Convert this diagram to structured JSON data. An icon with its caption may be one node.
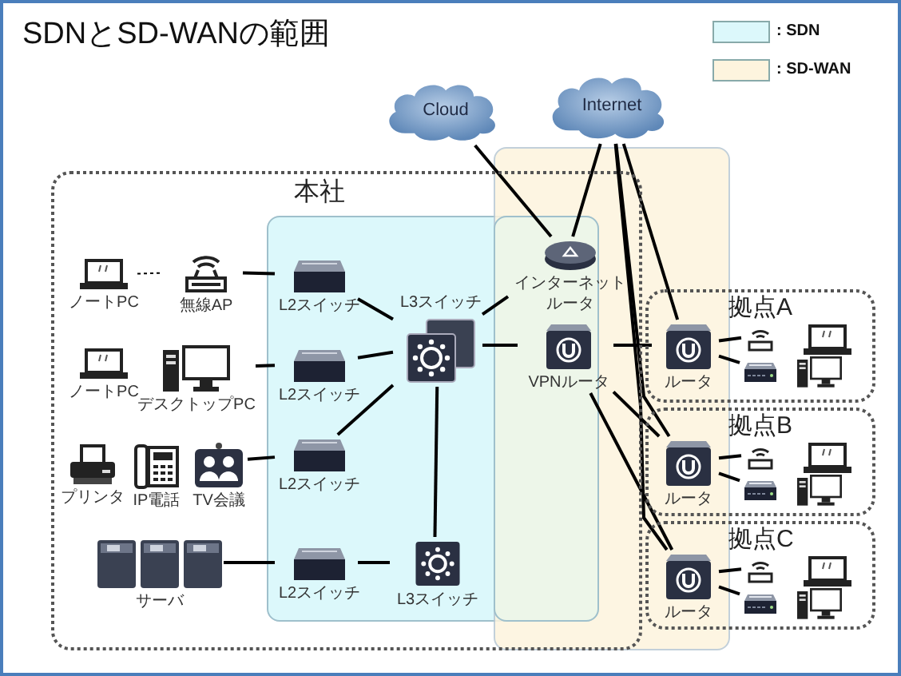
{
  "diagram": {
    "title": "SDNとSD-WANの範囲",
    "nodes": [
      {
        "text": [
          "本社"
        ]
      },
      {
        "text": [
          "ノートPC"
        ],
        "in": 0
      },
      {
        "text": [
          "無線AP"
        ],
        "in": 0
      },
      {
        "text": [
          "ノートPC"
        ],
        "in": 0
      },
      {
        "text": [
          "デスクトップPC"
        ],
        "in": 0
      },
      {
        "text": [
          "プリンタ"
        ],
        "in": 0
      },
      {
        "text": [
          "IP電話"
        ],
        "in": 0
      },
      {
        "text": [
          "TV会議"
        ],
        "in": 0
      },
      {
        "text": [
          "サーバ"
        ],
        "in": 0
      },
      {
        "text": [
          "L2スイッチ"
        ],
        "in": 0
      },
      {
        "text": [
          "L2スイッチ"
        ],
        "in": 0
      },
      {
        "text": [
          "L2スイッチ"
        ],
        "in": 0
      },
      {
        "text": [
          "L2スイッチ"
        ],
        "in": 0
      },
      {
        "text": [
          "L3スイッチ"
        ],
        "in": 0
      },
      {
        "text": [
          "L3スイッチ"
        ],
        "in": 0
      },
      {
        "text": [
          "インターネットルータ"
        ],
        "in": 0
      },
      {
        "text": [
          "VPNルータ"
        ],
        "in": 0
      },
      {
        "text": [
          "Cloud"
        ]
      },
      {
        "text": [
          "Internet"
        ]
      },
      {
        "text": [
          "拠点A"
        ]
      },
      {
        "text": [
          "ルータ"
        ],
        "in": 19
      },
      {
        "text": [],
        "shape": "picture",
        "in": 19
      },
      {
        "text": [],
        "shape": "picture",
        "in": 19
      },
      {
        "text": [
          "拠点B"
        ]
      },
      {
        "text": [
          "ルータ"
        ],
        "in": 23
      },
      {
        "text": [],
        "shape": "picture",
        "in": 23
      },
      {
        "text": [],
        "shape": "picture",
        "in": 23
      },
      {
        "text": [
          "拠点C"
        ]
      },
      {
        "text": [
          "ルータ"
        ],
        "in": 27
      },
      {
        "text": [],
        "shape": "picture",
        "in": 27
      },
      {
        "text": [],
        "shape": "picture",
        "in": 27
      }
    ],
    "edges": [
      {
        "from": 1,
        "to": 2,
        "arrow": "none",
        "style": "dashed"
      },
      {
        "from": 2,
        "to": 9,
        "arrow": "none"
      },
      {
        "from": 4,
        "to": 10,
        "arrow": "none"
      },
      {
        "from": 7,
        "to": 11,
        "arrow": "none"
      },
      {
        "from": 8,
        "to": 12,
        "arrow": "none"
      },
      {
        "from": 9,
        "to": 13,
        "arrow": "none"
      },
      {
        "from": 10,
        "to": 13,
        "arrow": "none"
      },
      {
        "from": 11,
        "to": 13,
        "arrow": "none"
      },
      {
        "from": 12,
        "to": 14,
        "arrow": "none"
      },
      {
        "from": 13,
        "to": 14,
        "arrow": "none"
      },
      {
        "from": 13,
        "to": 15,
        "arrow": "none"
      },
      {
        "from": 13,
        "to": 16,
        "arrow": "none"
      },
      {
        "from": 17,
        "to": 15,
        "arrow": "none"
      },
      {
        "from": 18,
        "to": 15,
        "arrow": "none"
      },
      {
        "from": 16,
        "to": 20,
        "arrow": "none"
      },
      {
        "from": 16,
        "to": 24,
        "arrow": "none"
      },
      {
        "from": 16,
        "to": 28,
        "arrow": "none"
      },
      {
        "from": 18,
        "to": 20,
        "arrow": "none"
      },
      {
        "from": 18,
        "to": 24,
        "arrow": "none"
      },
      {
        "from": 18,
        "to": 28,
        "arrow": "none"
      },
      {
        "from": 20,
        "to": 21,
        "arrow": "none"
      },
      {
        "from": 20,
        "to": 22,
        "arrow": "none"
      },
      {
        "from": 24,
        "to": 25,
        "arrow": "none"
      },
      {
        "from": 24,
        "to": 26,
        "arrow": "none"
      },
      {
        "from": 28,
        "to": 29,
        "arrow": "none"
      },
      {
        "from": 28,
        "to": 30,
        "arrow": "none"
      }
    ],
    "legend": [
      {
        "text": ": SDN",
        "color": "#dcf8fb"
      },
      {
        "text": ": SD-WAN",
        "color": "#fdf4de"
      }
    ]
  }
}
